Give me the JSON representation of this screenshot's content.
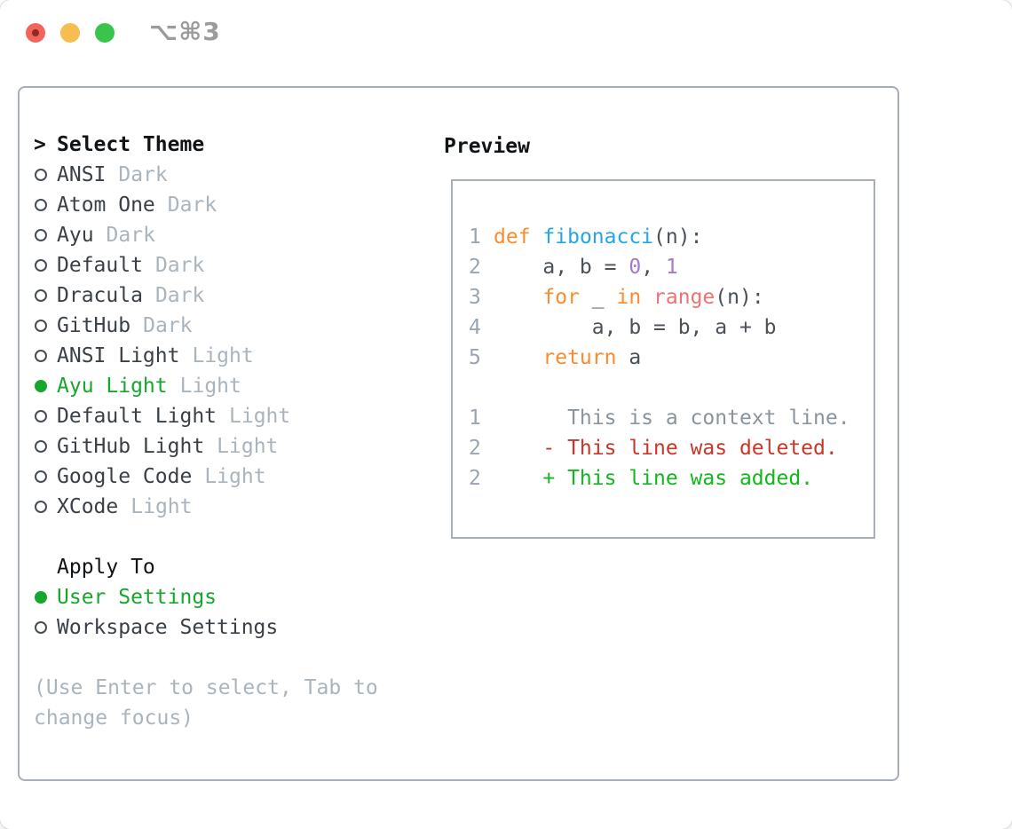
{
  "window": {
    "title": "⌥⌘3",
    "traffic_lights": [
      {
        "name": "close",
        "color": "#F4645C",
        "dot": "#8E2A22"
      },
      {
        "name": "minimize",
        "color": "#F6BD4F"
      },
      {
        "name": "zoom",
        "color": "#3BC44B"
      }
    ],
    "title_color": "#9B9B9B"
  },
  "colors": {
    "panel_border": "#A7AEB8",
    "heading": "#101417",
    "item_text": "#3A4047",
    "muted": "#A9B4BE",
    "selected_green": "#17A62E",
    "radio_ring": "#464D55",
    "line_number": "#9AA5B1",
    "keyword": "#FB8C2E",
    "function": "#26A5E9",
    "call": "#F07171",
    "number": "#A37ACC",
    "plain": "#4A5158",
    "context": "#8A949E",
    "deleted": "#C93528",
    "added": "#12B71D"
  },
  "theme_list": {
    "header": {
      "prefix": ">",
      "label": "Select Theme"
    },
    "items": [
      {
        "name": "ANSI",
        "variant": "Dark",
        "selected": false
      },
      {
        "name": "Atom One",
        "variant": "Dark",
        "selected": false
      },
      {
        "name": "Ayu",
        "variant": "Dark",
        "selected": false
      },
      {
        "name": "Default",
        "variant": "Dark",
        "selected": false
      },
      {
        "name": "Dracula",
        "variant": "Dark",
        "selected": false
      },
      {
        "name": "GitHub",
        "variant": "Dark",
        "selected": false
      },
      {
        "name": "ANSI Light",
        "variant": "Light",
        "selected": false
      },
      {
        "name": "Ayu Light",
        "variant": "Light",
        "selected": true
      },
      {
        "name": "Default Light",
        "variant": "Light",
        "selected": false
      },
      {
        "name": "GitHub Light",
        "variant": "Light",
        "selected": false
      },
      {
        "name": "Google Code",
        "variant": "Light",
        "selected": false
      },
      {
        "name": "XCode",
        "variant": "Light",
        "selected": false
      }
    ]
  },
  "apply_to": {
    "label": "Apply To",
    "options": [
      {
        "label": "User Settings",
        "selected": true
      },
      {
        "label": "Workspace Settings",
        "selected": false
      }
    ]
  },
  "hint": {
    "line1": "(Use Enter to select, Tab to",
    "line2": "change focus)"
  },
  "preview": {
    "label": "Preview",
    "lines": [
      {
        "num": "1",
        "segments": [
          {
            "text": "def",
            "style": "keyword"
          },
          {
            "text": " ",
            "style": "plain"
          },
          {
            "text": "fibonacci",
            "style": "function"
          },
          {
            "text": "(n):",
            "style": "plain"
          }
        ]
      },
      {
        "num": "2",
        "segments": [
          {
            "text": "    a, b = ",
            "style": "plain"
          },
          {
            "text": "0",
            "style": "number"
          },
          {
            "text": ", ",
            "style": "plain"
          },
          {
            "text": "1",
            "style": "number"
          }
        ]
      },
      {
        "num": "3",
        "segments": [
          {
            "text": "    ",
            "style": "plain"
          },
          {
            "text": "for",
            "style": "keyword"
          },
          {
            "text": " _ ",
            "style": "plain"
          },
          {
            "text": "in",
            "style": "keyword"
          },
          {
            "text": " ",
            "style": "plain"
          },
          {
            "text": "range",
            "style": "call"
          },
          {
            "text": "(n):",
            "style": "plain"
          }
        ]
      },
      {
        "num": "4",
        "segments": [
          {
            "text": "        a, b = b, a + b",
            "style": "plain"
          }
        ]
      },
      {
        "num": "5",
        "segments": [
          {
            "text": "    ",
            "style": "plain"
          },
          {
            "text": "return",
            "style": "keyword"
          },
          {
            "text": " a",
            "style": "plain"
          }
        ]
      },
      {
        "num": "",
        "segments": []
      },
      {
        "num": "1",
        "segments": [
          {
            "text": "      This is a context line.",
            "style": "context"
          }
        ]
      },
      {
        "num": "2",
        "segments": [
          {
            "text": "    - This line was deleted.",
            "style": "deleted"
          }
        ]
      },
      {
        "num": "2",
        "segments": [
          {
            "text": "    + This line was added.",
            "style": "added"
          }
        ]
      }
    ]
  }
}
